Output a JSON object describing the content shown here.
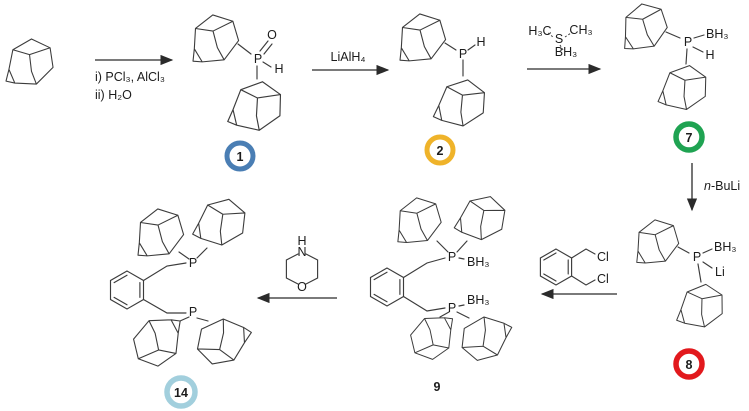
{
  "scheme": {
    "background": "#ffffff",
    "line_color": "#3c3c3c",
    "text_color": "#1c1c1c",
    "description": "Synthesis scheme of adamantyl phosphine ligands"
  },
  "atoms": {
    "P": "P",
    "H": "H",
    "O": "O",
    "Li": "Li",
    "N": "N",
    "S": "S",
    "Cl": "Cl",
    "BH3": "BH₃",
    "H3C": "H₃C",
    "CH3": "CH₃"
  },
  "reagents": {
    "step1_line1": "i) PCl₃, AlCl₃",
    "step1_line2": "ii) H₂O",
    "step2": "LiAlH₄",
    "step4_prefix": "n",
    "step4_suffix": "-BuLi"
  },
  "compounds": {
    "c1": {
      "number": "1",
      "color": "#4a7eb4"
    },
    "c2": {
      "number": "2",
      "color": "#efb32a"
    },
    "c7": {
      "number": "7",
      "color": "#1fa352"
    },
    "c8": {
      "number": "8",
      "color": "#e2191d"
    },
    "c9": {
      "number": "9"
    },
    "c14": {
      "number": "14",
      "color": "#a2cfdd"
    }
  }
}
